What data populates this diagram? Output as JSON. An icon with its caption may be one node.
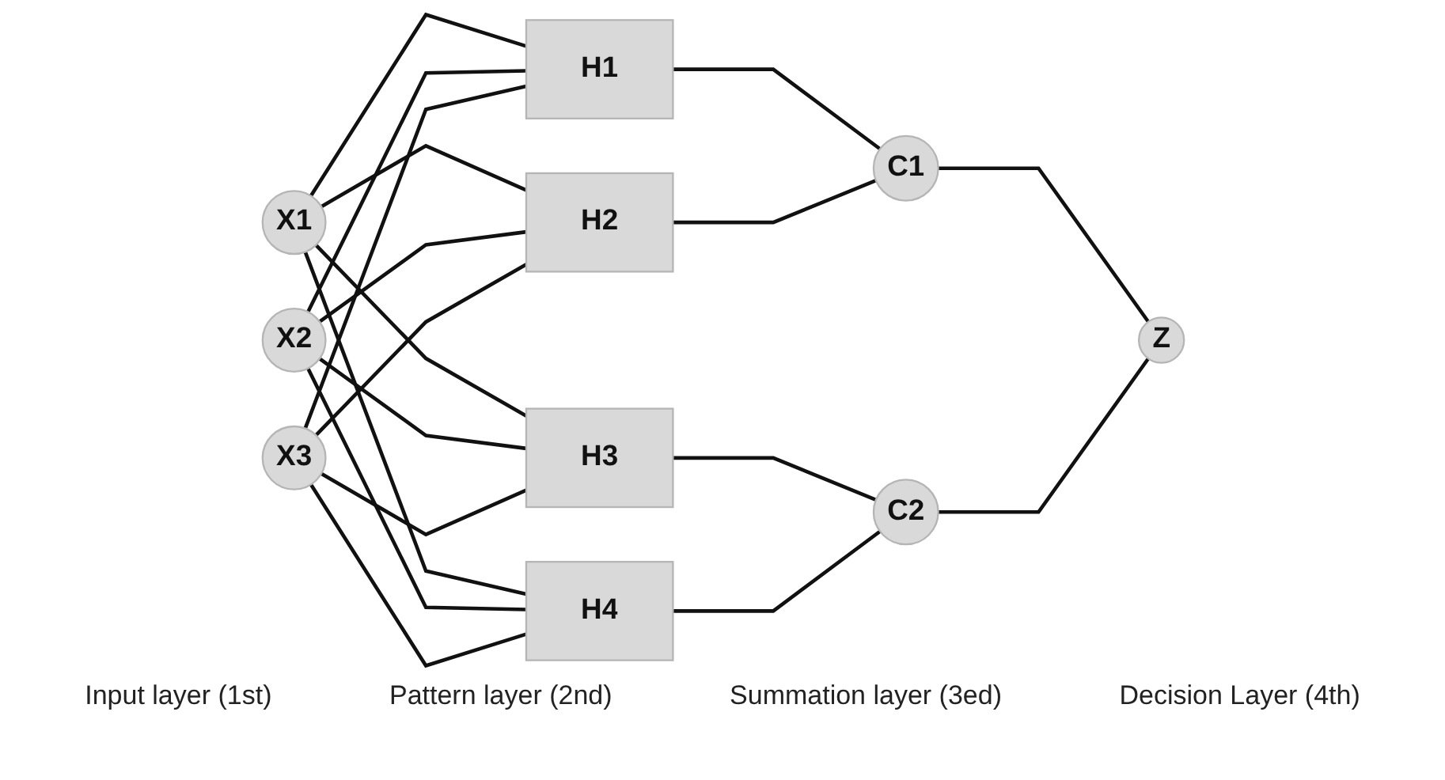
{
  "diagram": {
    "nodes": [
      {
        "text": [
          "X1"
        ]
      },
      {
        "text": [
          "X2"
        ]
      },
      {
        "text": [
          "X3"
        ]
      },
      {
        "text": [
          "H1"
        ]
      },
      {
        "text": [
          "H2"
        ]
      },
      {
        "text": [
          "H3"
        ]
      },
      {
        "text": [
          "H4"
        ]
      },
      {
        "text": [
          "C1"
        ]
      },
      {
        "text": [
          "C2"
        ]
      },
      {
        "text": [
          "Z"
        ]
      }
    ],
    "edges": [
      {
        "from": 0,
        "to": 3,
        "arrow": "none"
      },
      {
        "from": 0,
        "to": 4,
        "arrow": "none"
      },
      {
        "from": 0,
        "to": 5,
        "arrow": "none"
      },
      {
        "from": 0,
        "to": 6,
        "arrow": "none"
      },
      {
        "from": 1,
        "to": 3,
        "arrow": "none"
      },
      {
        "from": 1,
        "to": 4,
        "arrow": "none"
      },
      {
        "from": 1,
        "to": 5,
        "arrow": "none"
      },
      {
        "from": 1,
        "to": 6,
        "arrow": "none"
      },
      {
        "from": 2,
        "to": 3,
        "arrow": "none"
      },
      {
        "from": 2,
        "to": 4,
        "arrow": "none"
      },
      {
        "from": 2,
        "to": 5,
        "arrow": "none"
      },
      {
        "from": 2,
        "to": 6,
        "arrow": "none"
      },
      {
        "from": 3,
        "to": 7,
        "arrow": "none"
      },
      {
        "from": 4,
        "to": 7,
        "arrow": "none"
      },
      {
        "from": 5,
        "to": 8,
        "arrow": "none"
      },
      {
        "from": 6,
        "to": 8,
        "arrow": "none"
      },
      {
        "from": 7,
        "to": 9,
        "arrow": "none"
      },
      {
        "from": 8,
        "to": 9,
        "arrow": "none"
      }
    ],
    "labels": [
      "Input layer (1st)",
      "Pattern layer (2nd)",
      "Summation layer (3ed)",
      "Decision Layer (4th)"
    ]
  }
}
